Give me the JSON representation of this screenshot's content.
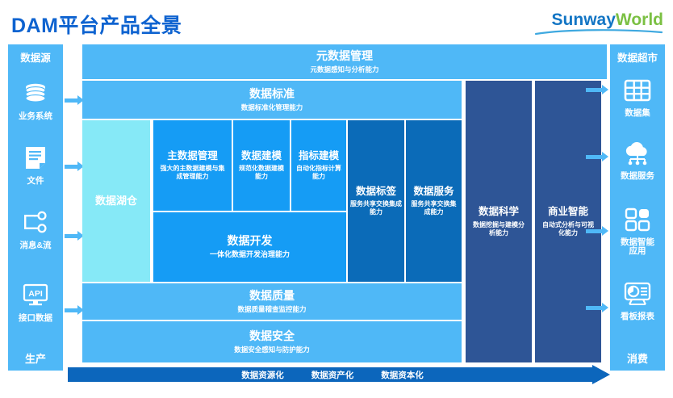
{
  "header": {
    "title": "DAM平台产品全景",
    "logo": {
      "part1": "Sunway",
      "part2": "World",
      "part1_color": "#1275C4",
      "part2_color": "#7BC043"
    }
  },
  "left_sidebar": {
    "heading": "数据源",
    "footer": "生产",
    "items": [
      {
        "label": "业务系统",
        "icon": "database-icon"
      },
      {
        "label": "文件",
        "icon": "document-icon"
      },
      {
        "label": "消息&流",
        "icon": "stream-icon"
      },
      {
        "label": "接口数据",
        "icon": "api-monitor-icon"
      }
    ]
  },
  "right_sidebar": {
    "heading": "数据超市",
    "footer": "消费",
    "items": [
      {
        "label": "数据集",
        "icon": "grid-table-icon"
      },
      {
        "label": "数据服务",
        "icon": "cloud-service-icon"
      },
      {
        "label": "数据智能\n应用",
        "label_line1": "数据智能",
        "label_line2": "应用",
        "icon": "four-squares-icon"
      },
      {
        "label": "看板报表",
        "icon": "dashboard-report-icon"
      }
    ]
  },
  "main": {
    "metadata": {
      "title": "元数据管理",
      "subtitle": "元数据感知与分析能力"
    },
    "standard": {
      "title": "数据标准",
      "subtitle": "数据标准化管理能力"
    },
    "lake": {
      "title": "数据湖仓",
      "subtitle": ""
    },
    "mdm": {
      "title": "主数据管理",
      "subtitle": "强大的主数据建模与集成管理能力"
    },
    "modeling": {
      "title": "数据建模",
      "subtitle": "规范化数据建模能力"
    },
    "metric": {
      "title": "指标建模",
      "subtitle": "自动化指标计算能力"
    },
    "dev": {
      "title": "数据开发",
      "subtitle": "一体化数据开发治理能力"
    },
    "tag": {
      "title": "数据标签",
      "subtitle": "服务共享交换集成能力"
    },
    "service": {
      "title": "数据服务",
      "subtitle": "服务共享交换集成能力"
    },
    "science": {
      "title": "数据科学",
      "subtitle": "数据挖掘与建模分析能力"
    },
    "bi": {
      "title": "商业智能",
      "subtitle": "自动式分析与可视化能力"
    },
    "quality": {
      "title": "数据质量",
      "subtitle": "数据质量稽查监控能力"
    },
    "security": {
      "title": "数据安全",
      "subtitle": "数据安全感知与防护能力"
    }
  },
  "bottom_bar": {
    "stages": [
      "数据资源化",
      "数据资产化",
      "数据资本化"
    ]
  },
  "colors": {
    "light_blue": "#4FB8F7",
    "blue": "#159CF5",
    "dark_blue": "#0B6BB8",
    "navy": "#2E5596",
    "cyan": "#86E9F7",
    "bar_blue": "#0C66BC",
    "title_blue": "#0E63D0"
  }
}
